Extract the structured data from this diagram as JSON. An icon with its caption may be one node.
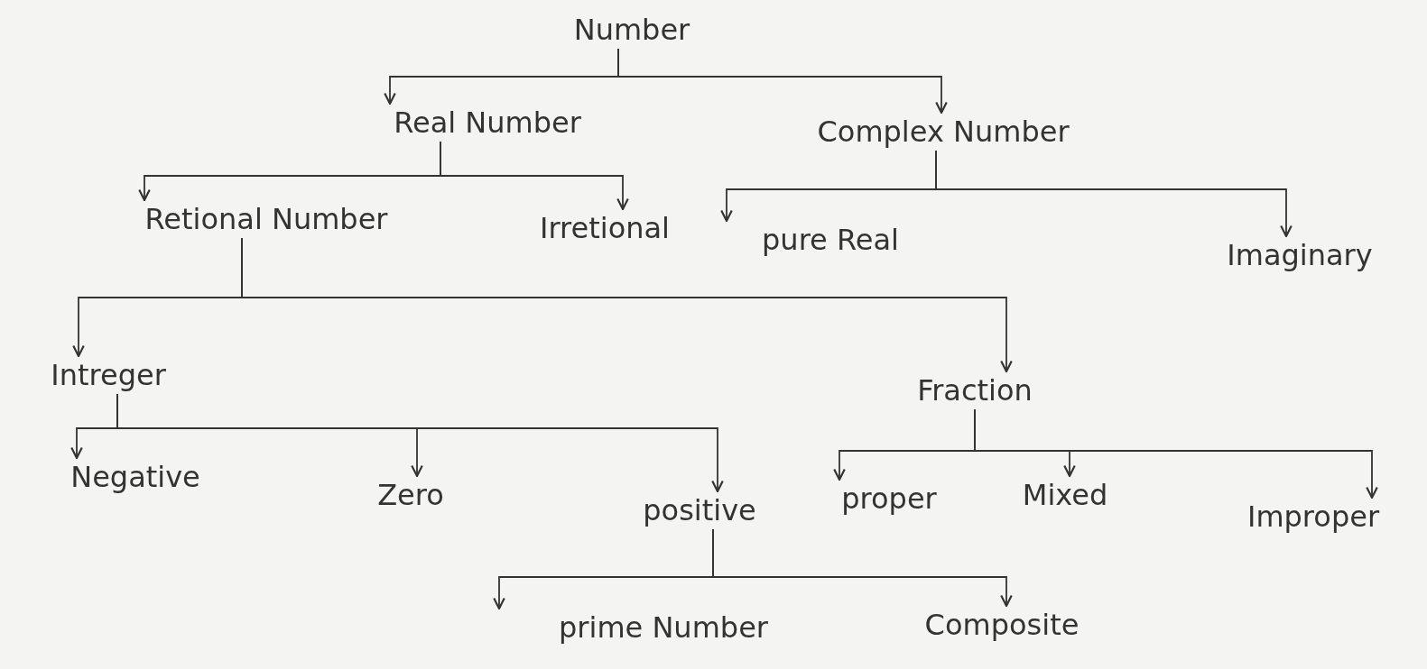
{
  "diagram": {
    "nodes": [
      {
        "text": [
          "Number"
        ]
      },
      {
        "text": [
          "Real Number"
        ]
      },
      {
        "text": [
          "Complex Number"
        ]
      },
      {
        "text": [
          "Retional Number"
        ]
      },
      {
        "text": [
          "Irretional"
        ]
      },
      {
        "text": [
          "pure Real"
        ]
      },
      {
        "text": [
          "Imaginary"
        ]
      },
      {
        "text": [
          "Intreger"
        ]
      },
      {
        "text": [
          "Fraction"
        ]
      },
      {
        "text": [
          "Negative"
        ]
      },
      {
        "text": [
          "Zero"
        ]
      },
      {
        "text": [
          "positive"
        ]
      },
      {
        "text": [
          "proper"
        ]
      },
      {
        "text": [
          "Mixed"
        ]
      },
      {
        "text": [
          "Improper"
        ]
      },
      {
        "text": [
          "prime Number"
        ]
      },
      {
        "text": [
          "Composite"
        ]
      }
    ],
    "edges": [
      {
        "from": 0,
        "to": 1,
        "arrow": "to"
      },
      {
        "from": 0,
        "to": 2,
        "arrow": "to"
      },
      {
        "from": 1,
        "to": 3,
        "arrow": "to"
      },
      {
        "from": 1,
        "to": 4,
        "arrow": "to"
      },
      {
        "from": 2,
        "to": 5,
        "arrow": "to"
      },
      {
        "from": 2,
        "to": 6,
        "arrow": "to"
      },
      {
        "from": 3,
        "to": 7,
        "arrow": "to"
      },
      {
        "from": 3,
        "to": 8,
        "arrow": "to"
      },
      {
        "from": 7,
        "to": 9,
        "arrow": "to"
      },
      {
        "from": 7,
        "to": 10,
        "arrow": "to"
      },
      {
        "from": 7,
        "to": 11,
        "arrow": "to"
      },
      {
        "from": 8,
        "to": 12,
        "arrow": "to"
      },
      {
        "from": 8,
        "to": 13,
        "arrow": "to"
      },
      {
        "from": 8,
        "to": 14,
        "arrow": "to"
      },
      {
        "from": 11,
        "to": 15,
        "arrow": "to"
      },
      {
        "from": 11,
        "to": 16,
        "arrow": "to"
      }
    ]
  }
}
